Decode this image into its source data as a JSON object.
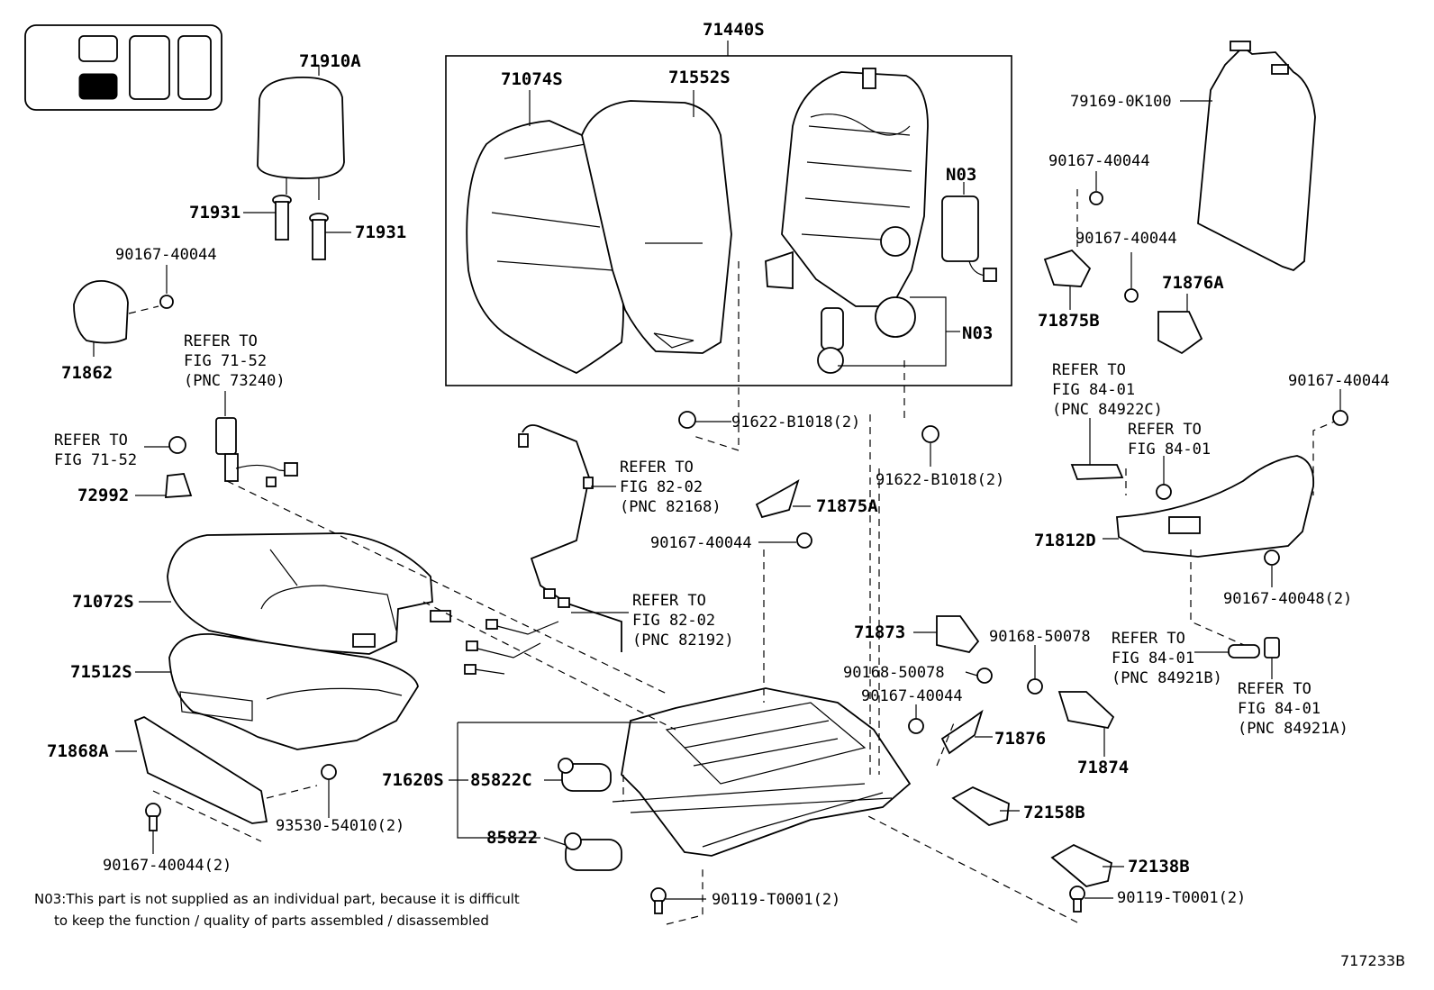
{
  "diagram_id": "717233B",
  "note": {
    "line1": "N03:This part is not supplied as an individual part, because it is difficult",
    "line2": "to keep the function / quality of parts assembled / disassembled"
  },
  "parts": {
    "p71440S": "71440S",
    "p71910A": "71910A",
    "p71931a": "71931",
    "p71931b": "71931",
    "p90167_40044_a": "90167-40044",
    "p71862": "71862",
    "p71074S": "71074S",
    "p71552S": "71552S",
    "p71552S_n03a": "N03",
    "p71552S_n03b": "N03",
    "p79169_0K100": "79169-0K100",
    "p90167_40044_b": "90167-40044",
    "p90167_40044_c": "90167-40044",
    "p71876A": "71876A",
    "p71875B": "71875B",
    "p91622_B1018_a": "91622-B1018(2)",
    "p91622_B1018_b": "91622-B1018(2)",
    "p72992": "72992",
    "p71875A": "71875A",
    "p90167_40044_d": "90167-40044",
    "p71072S": "71072S",
    "p71512S": "71512S",
    "p71868A": "71868A",
    "p93530_54010": "93530-54010(2)",
    "p90167_40044_2": "90167-40044(2)",
    "p71620S": "71620S",
    "p85822C": "85822C",
    "p85822": "85822",
    "p90119_T0001_a": "90119-T0001(2)",
    "p90119_T0001_b": "90119-T0001(2)",
    "p71873": "71873",
    "p90168_50078_a": "90168-50078",
    "p90168_50078_b": "90168-50078",
    "p90167_40044_e": "90167-40044",
    "p71876": "71876",
    "p71874": "71874",
    "p72158B": "72158B",
    "p72138B": "72138B",
    "p90167_40044_f": "90167-40044",
    "p71812D": "71812D",
    "p90167_40048": "90167-40048(2)"
  },
  "refs": {
    "r1": [
      "REFER TO",
      "FIG 71-52",
      "(PNC 73240)"
    ],
    "r2": [
      "REFER TO",
      "FIG 71-52"
    ],
    "r3": [
      "REFER TO",
      "FIG 82-02",
      "(PNC 82168)"
    ],
    "r4": [
      "REFER TO",
      "FIG 82-02",
      "(PNC 82192)"
    ],
    "r5": [
      "REFER TO",
      "FIG 84-01",
      "(PNC 84922C)"
    ],
    "r6": [
      "REFER TO",
      "FIG 84-01"
    ],
    "r7": [
      "REFER TO",
      "FIG 84-01",
      "(PNC 84921B)"
    ],
    "r8": [
      "REFER TO",
      "FIG 84-01",
      "(PNC 84921A)"
    ]
  }
}
